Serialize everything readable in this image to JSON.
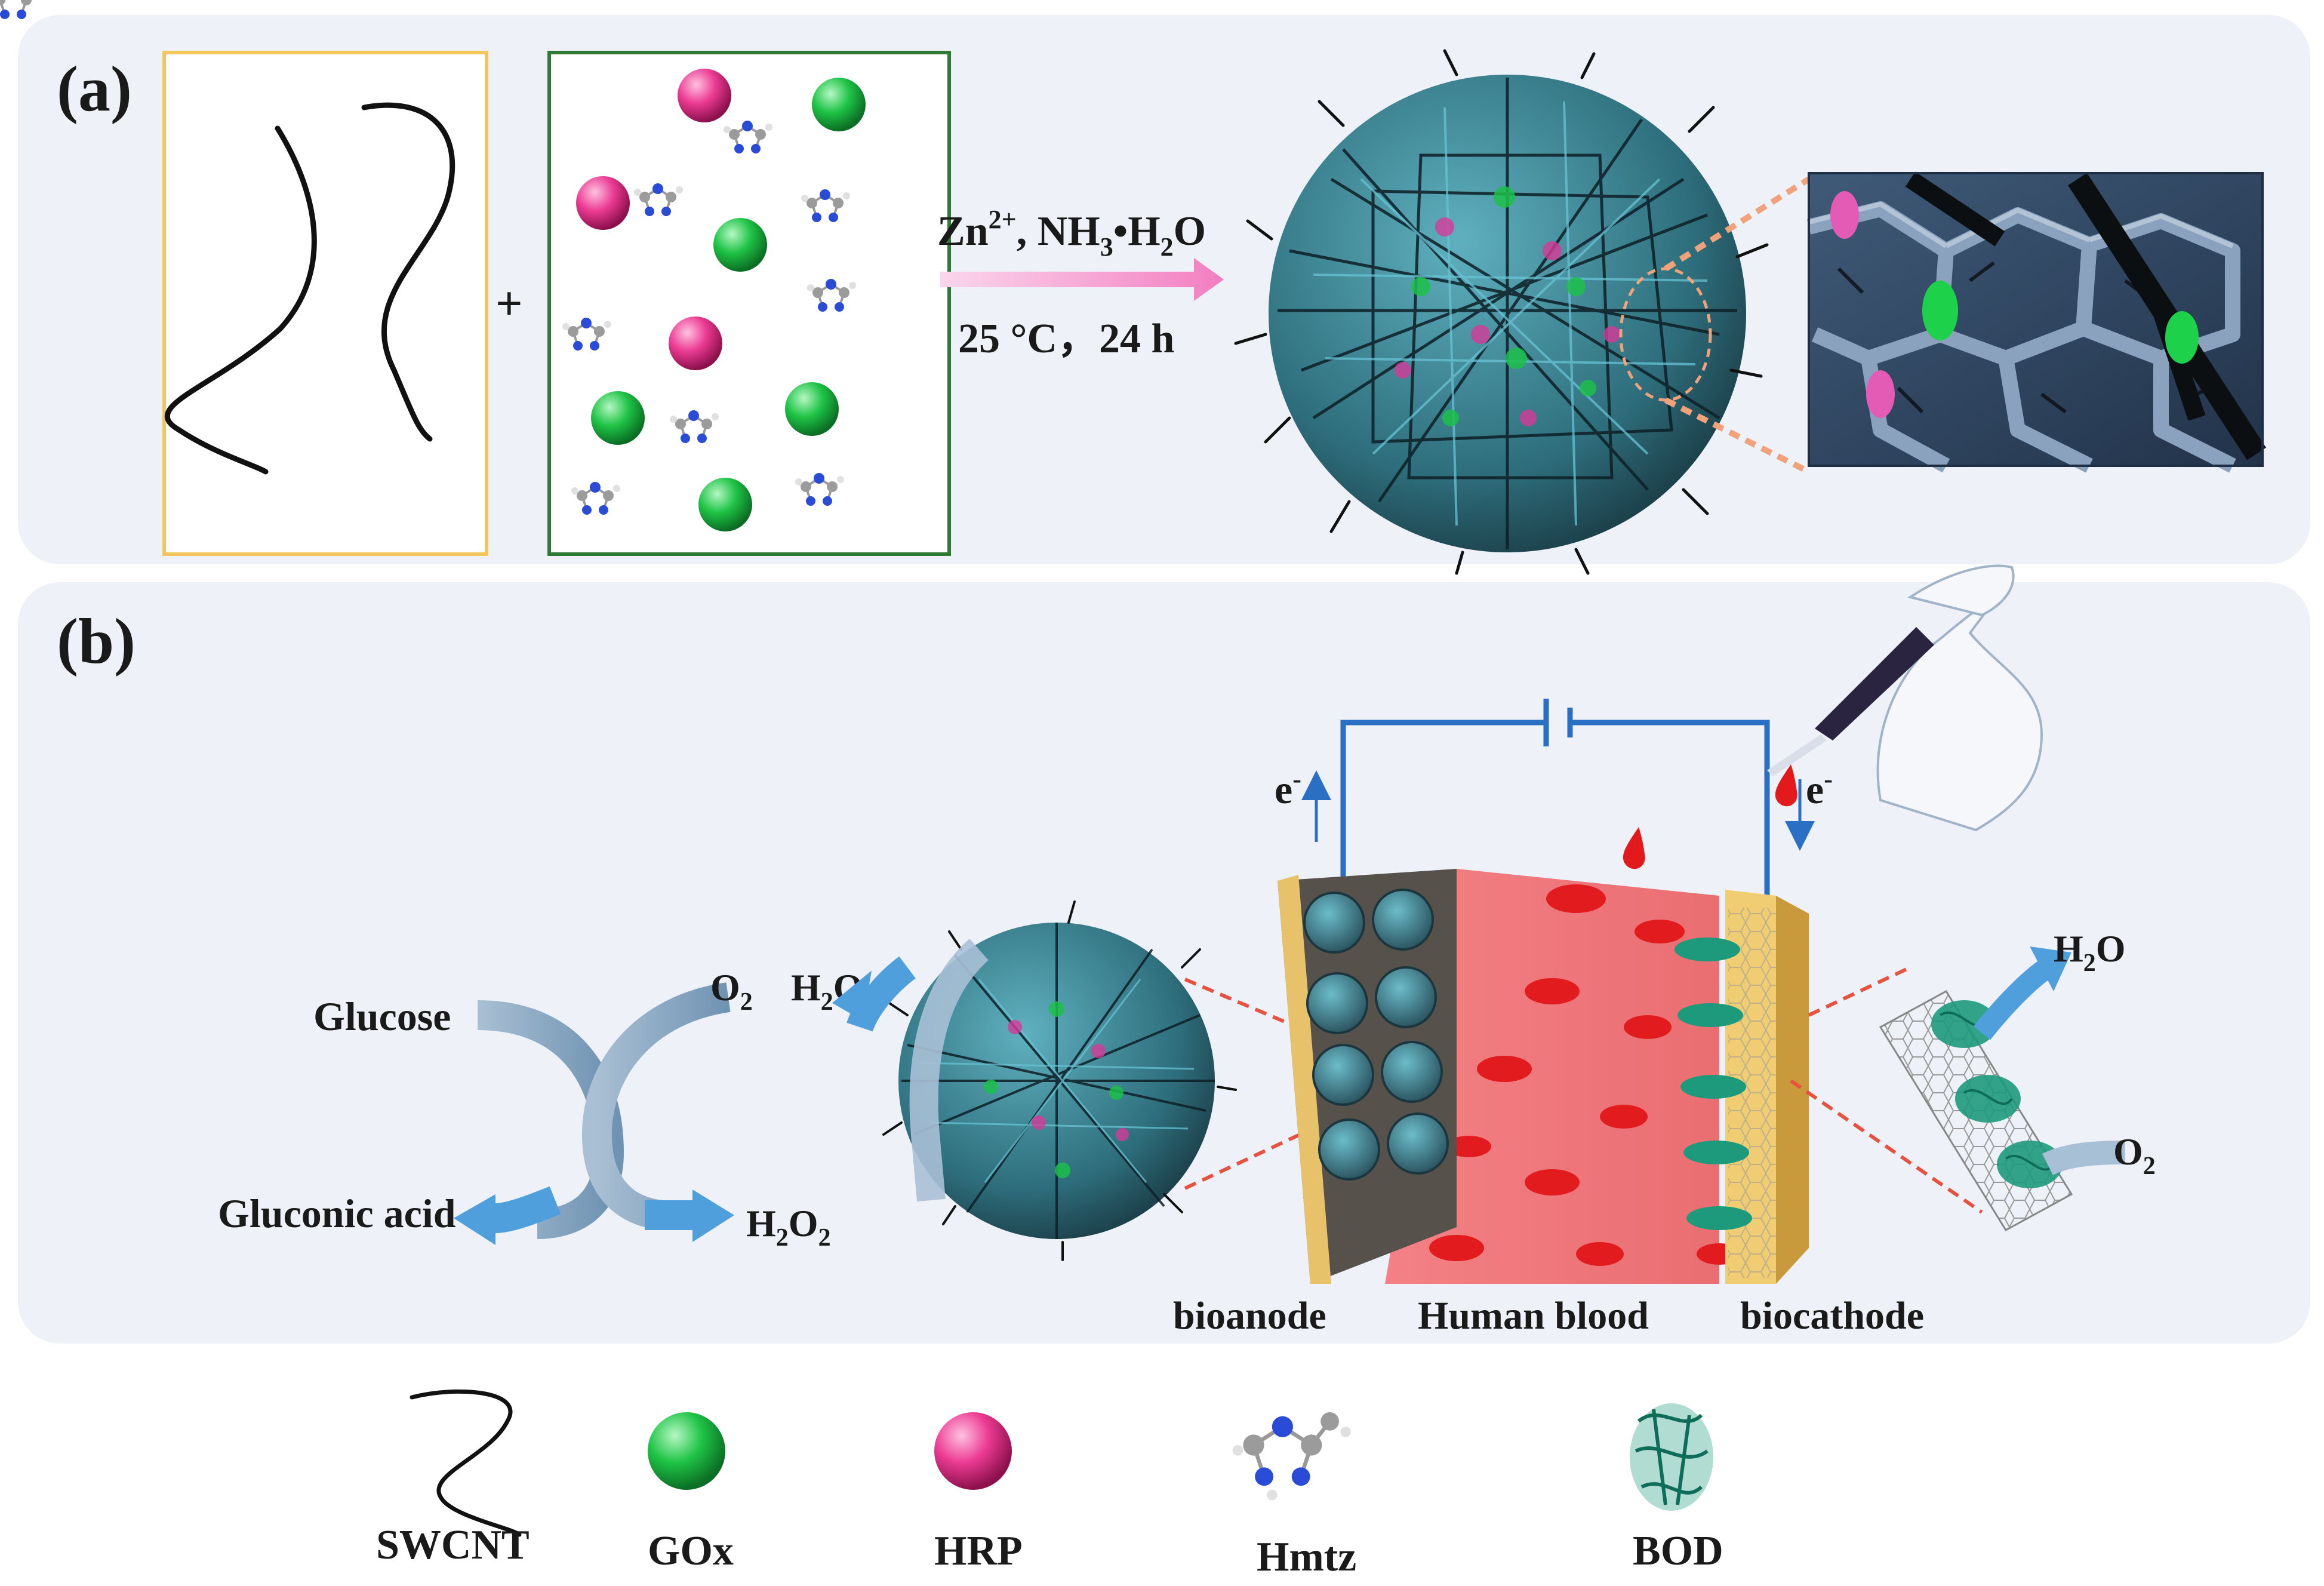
{
  "panel_a": {
    "label": "(a)",
    "plus": "+",
    "arrow_top": {
      "zn": "Zn",
      "zn_sup": "2+",
      "comma": ", NH",
      "sub3": "3",
      "dot": "•H",
      "sub2": "2",
      "o": "O"
    },
    "arrow_bottom": "25 °C，24 h"
  },
  "panel_b": {
    "label": "(b)",
    "glucose": "Glucose",
    "gluconic": "Gluconic acid",
    "o2": {
      "o": "O",
      "sub": "2"
    },
    "h2o": {
      "h": "H",
      "sub": "2",
      "o": "O"
    },
    "h2o2": {
      "h": "H",
      "sub1": "2",
      "o": "O",
      "sub2": "2"
    },
    "electron": {
      "e": "e",
      "sup": "-"
    },
    "bioanode": "bioanode",
    "blood": "Human blood",
    "biocathode": "biocathode",
    "cathode_h2o": {
      "h": "H",
      "sub": "2",
      "o": "O"
    },
    "cathode_o2": {
      "o": "O",
      "sub": "2"
    }
  },
  "legend": [
    {
      "key": "swcnt",
      "label": "SWCNT"
    },
    {
      "key": "gox",
      "label": "GOx"
    },
    {
      "key": "hrp",
      "label": "HRP"
    },
    {
      "key": "hmtz",
      "label": "Hmtz"
    },
    {
      "key": "bod",
      "label": "BOD"
    }
  ],
  "colors": {
    "gox": "#19b43c",
    "hrp": "#e8338f",
    "mof": "#3c8a9a",
    "wire": "#2a6fc4",
    "blood": "#e84a4f",
    "electrode": "#e8c26a",
    "arrow": "#5aa6dd"
  }
}
